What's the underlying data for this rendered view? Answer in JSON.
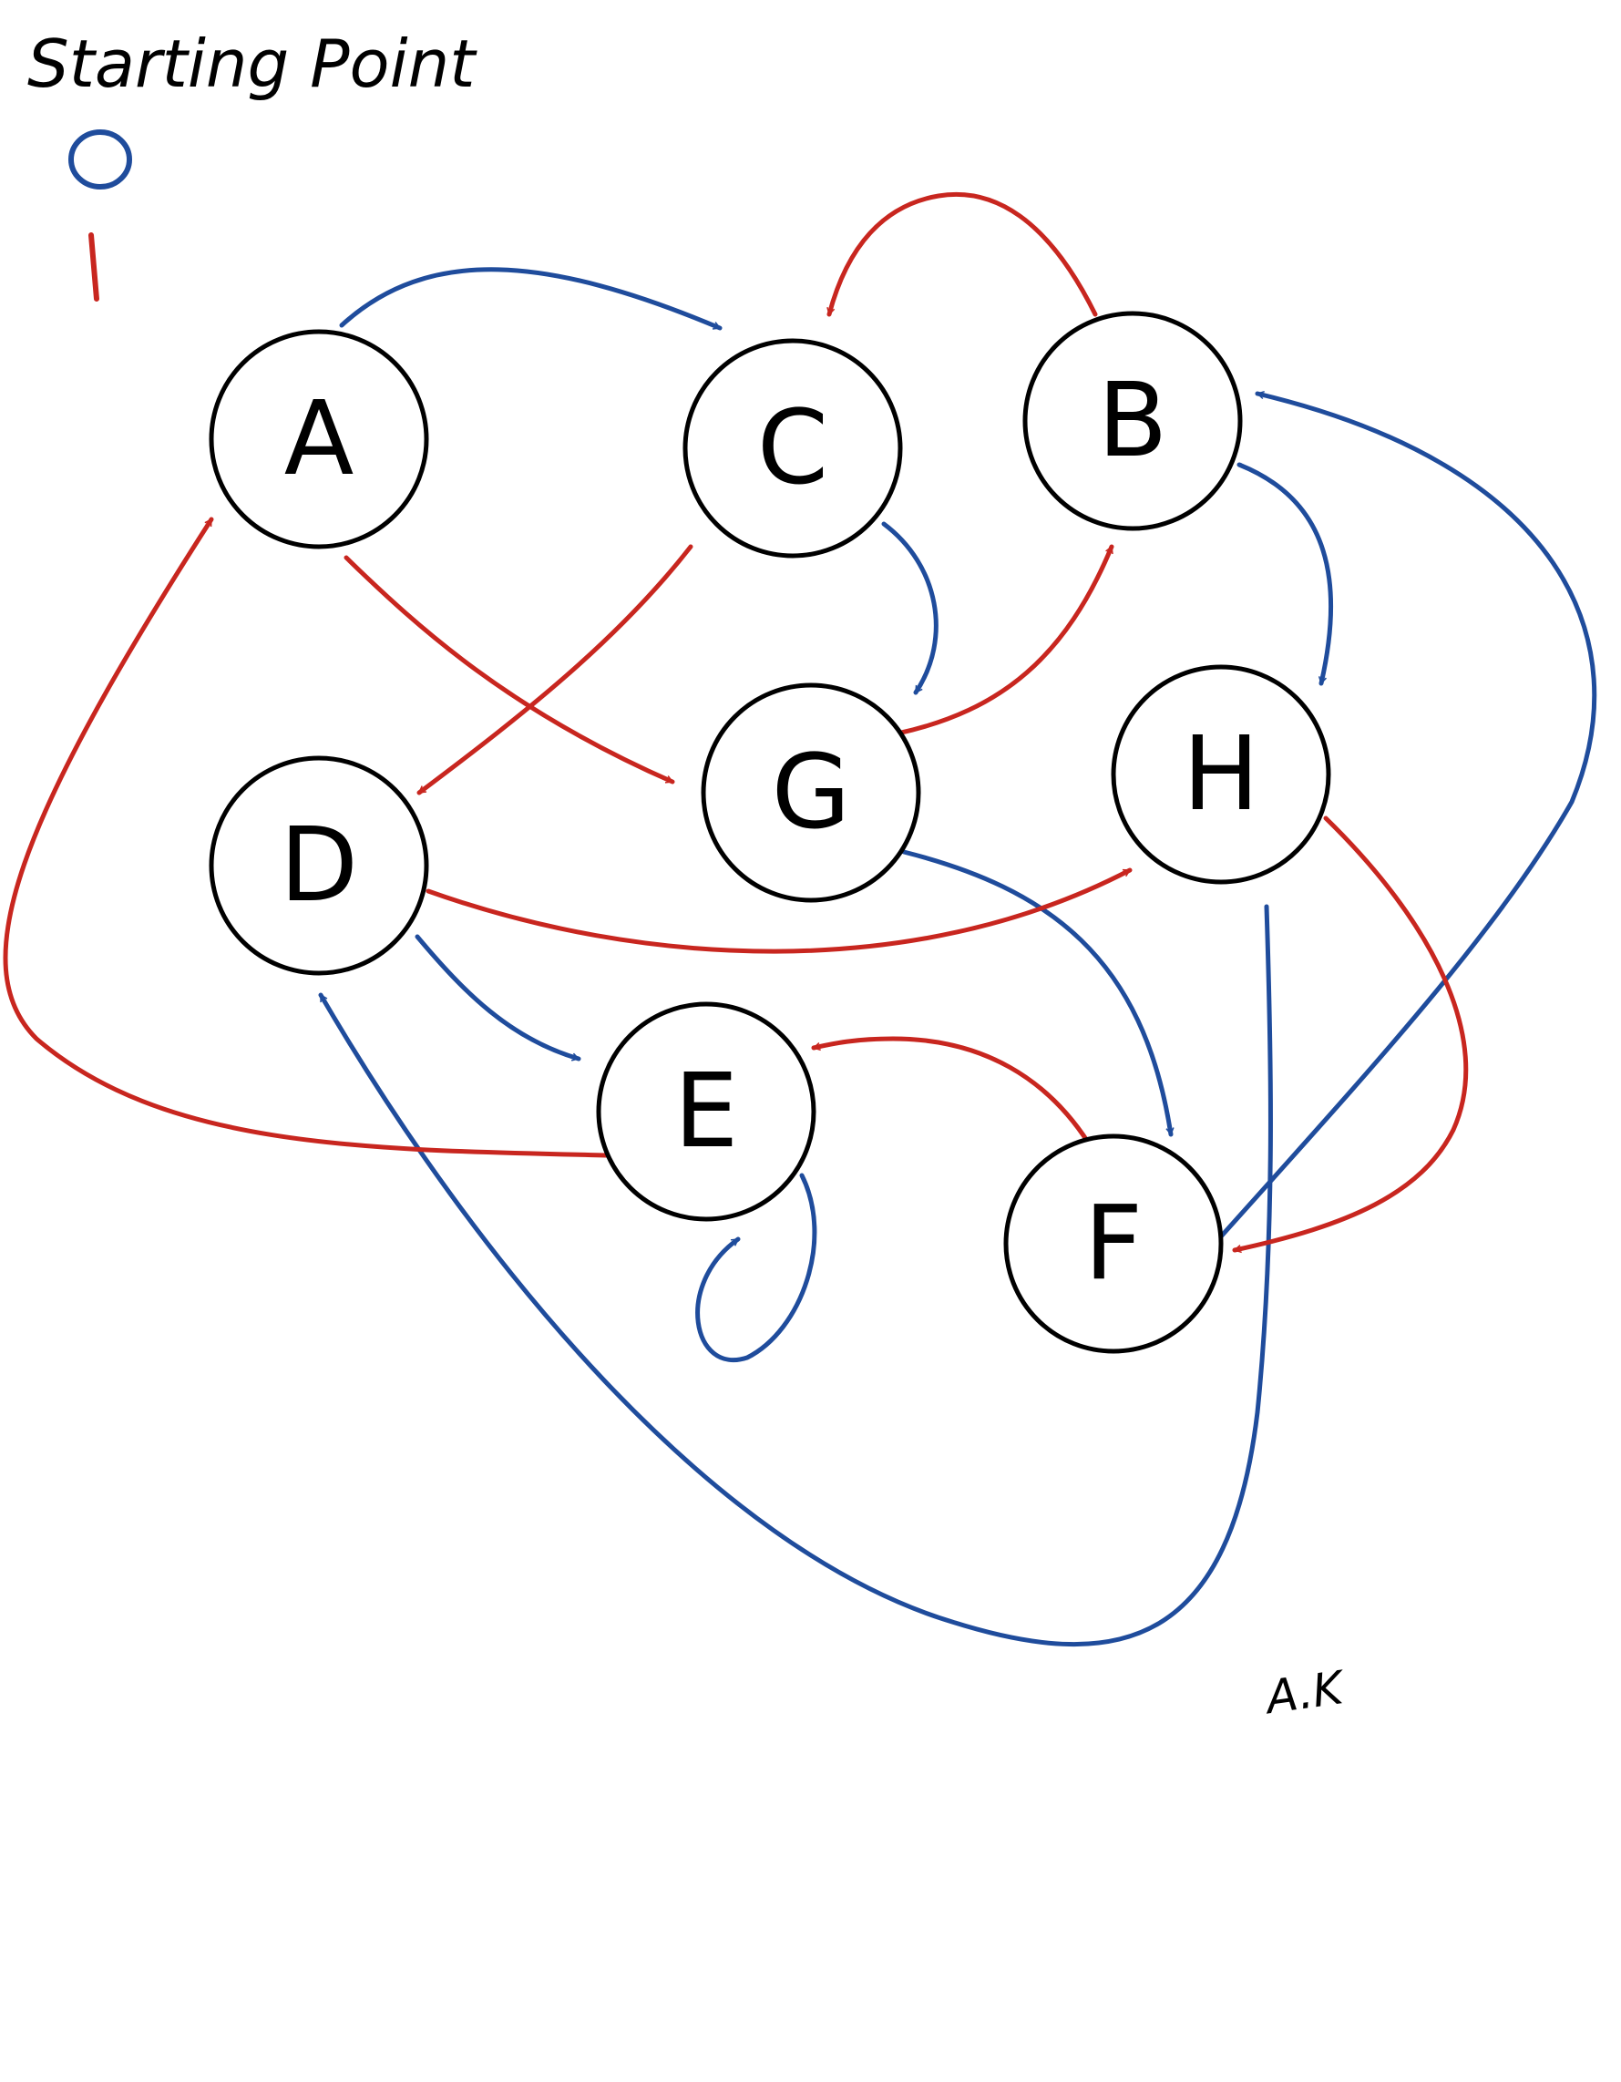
{
  "heading": "Starting Point",
  "legend": [
    {
      "symbol": "0",
      "color": "#1f4c9c"
    },
    {
      "symbol": "1",
      "color": "#c8261f"
    }
  ],
  "signature": "A.K",
  "colors": {
    "input_0": "#1f4c9c",
    "input_1": "#c8261f",
    "node_stroke": "#000000"
  },
  "nodes": [
    {
      "id": "A",
      "label": "A"
    },
    {
      "id": "C",
      "label": "C"
    },
    {
      "id": "B",
      "label": "B"
    },
    {
      "id": "G",
      "label": "G"
    },
    {
      "id": "H",
      "label": "H"
    },
    {
      "id": "D",
      "label": "D"
    },
    {
      "id": "E",
      "label": "E"
    },
    {
      "id": "F",
      "label": "F"
    }
  ],
  "transitions": [
    {
      "from": "A",
      "to": "C",
      "input": "0"
    },
    {
      "from": "A",
      "to": "G",
      "input": "1"
    },
    {
      "from": "C",
      "to": "G",
      "input": "0"
    },
    {
      "from": "C",
      "to": "D",
      "input": "1"
    },
    {
      "from": "B",
      "to": "H",
      "input": "0"
    },
    {
      "from": "B",
      "to": "C",
      "input": "1"
    },
    {
      "from": "G",
      "to": "F",
      "input": "0"
    },
    {
      "from": "G",
      "to": "B",
      "input": "1"
    },
    {
      "from": "H",
      "to": "D",
      "input": "0"
    },
    {
      "from": "H",
      "to": "F",
      "input": "1"
    },
    {
      "from": "D",
      "to": "E",
      "input": "0"
    },
    {
      "from": "D",
      "to": "H",
      "input": "1"
    },
    {
      "from": "E",
      "to": "E",
      "input": "0"
    },
    {
      "from": "E",
      "to": "A",
      "input": "1"
    },
    {
      "from": "F",
      "to": "B",
      "input": "0"
    },
    {
      "from": "F",
      "to": "E",
      "input": "1"
    }
  ]
}
